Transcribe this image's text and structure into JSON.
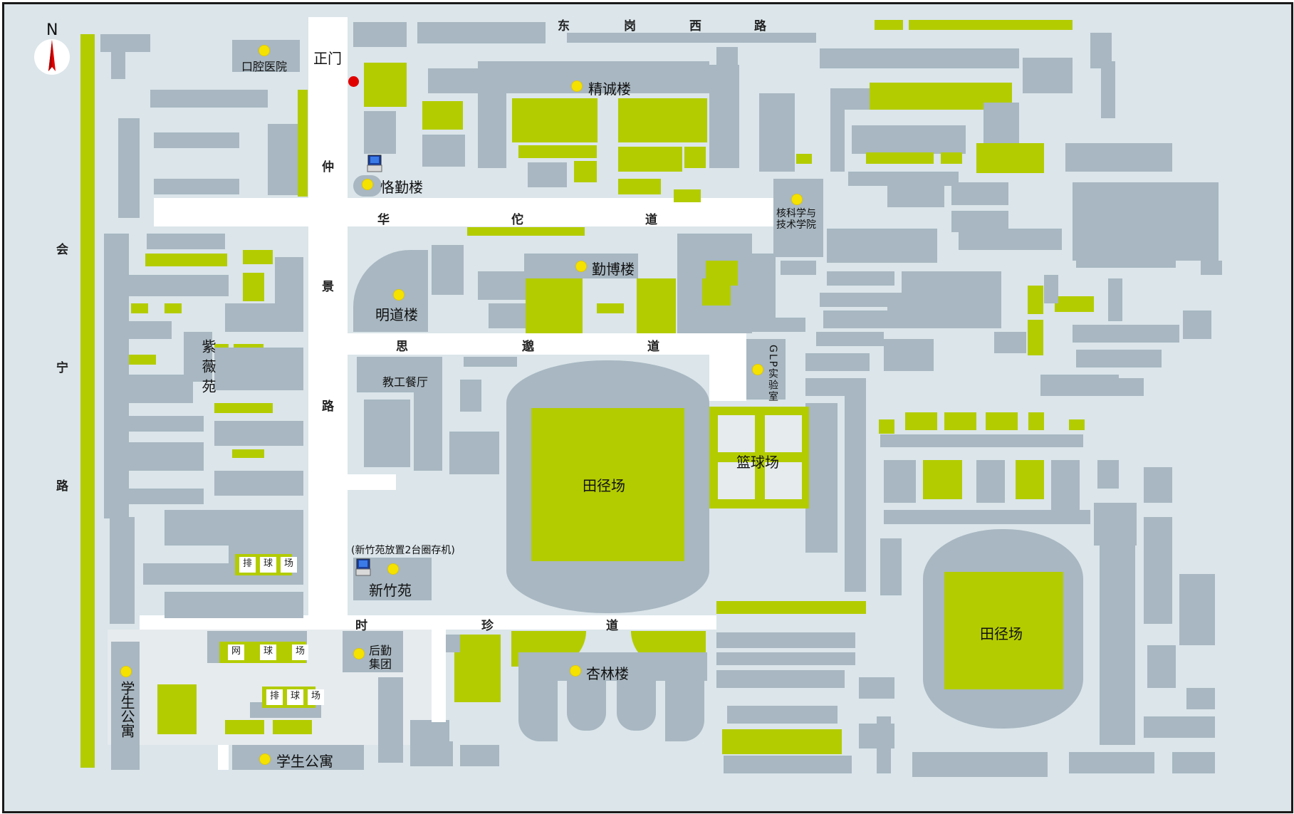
{
  "compass": {
    "label": "N",
    "icon": "north-arrow-icon"
  },
  "roads": {
    "east_west_north": [
      "东",
      "岗",
      "西",
      "路"
    ],
    "huatuo": [
      "华",
      "佗",
      "道"
    ],
    "sisui": [
      "思",
      "邈",
      "道"
    ],
    "shizhen": [
      "时",
      "珍",
      "道"
    ],
    "zhongjing": [
      "仲",
      "景",
      "路"
    ],
    "huining": [
      "会",
      "宁",
      "路"
    ]
  },
  "places": {
    "main_gate": "正门",
    "dental_hospital": "口腔医院",
    "jingcheng": "精诚楼",
    "keqin": "恪勤楼",
    "nuclear_l1": "核科学与",
    "nuclear_l2": "技术学院",
    "qinbo": "勤博楼",
    "mingdao": "明道楼",
    "staff_canteen": "教工餐厅",
    "glp_lab": "GLP实验室",
    "ziwei": "紫薇苑",
    "track_field_1": "田径场",
    "basketball": "篮球场",
    "track_field_2": "田径场",
    "xinzhu_note": "(新竹苑放置2台圈存机)",
    "xinzhu": "新竹苑",
    "volleyball_1": [
      "排",
      "球",
      "场"
    ],
    "tennis": [
      "网",
      "球",
      "场"
    ],
    "volleyball_2": [
      "排",
      "球",
      "场"
    ],
    "logistics_l1": "后勤",
    "logistics_l2": "集团",
    "xinglin": "杏林楼",
    "student_apt_vertical": "学生公寓",
    "student_apt": "学生公寓"
  },
  "colors": {
    "background": "#dbe5ea",
    "building": "#a8b7c1",
    "green": "#b3cc00",
    "road": "#ffffff",
    "marker": "#f5e200",
    "entrance": "#e00000"
  }
}
